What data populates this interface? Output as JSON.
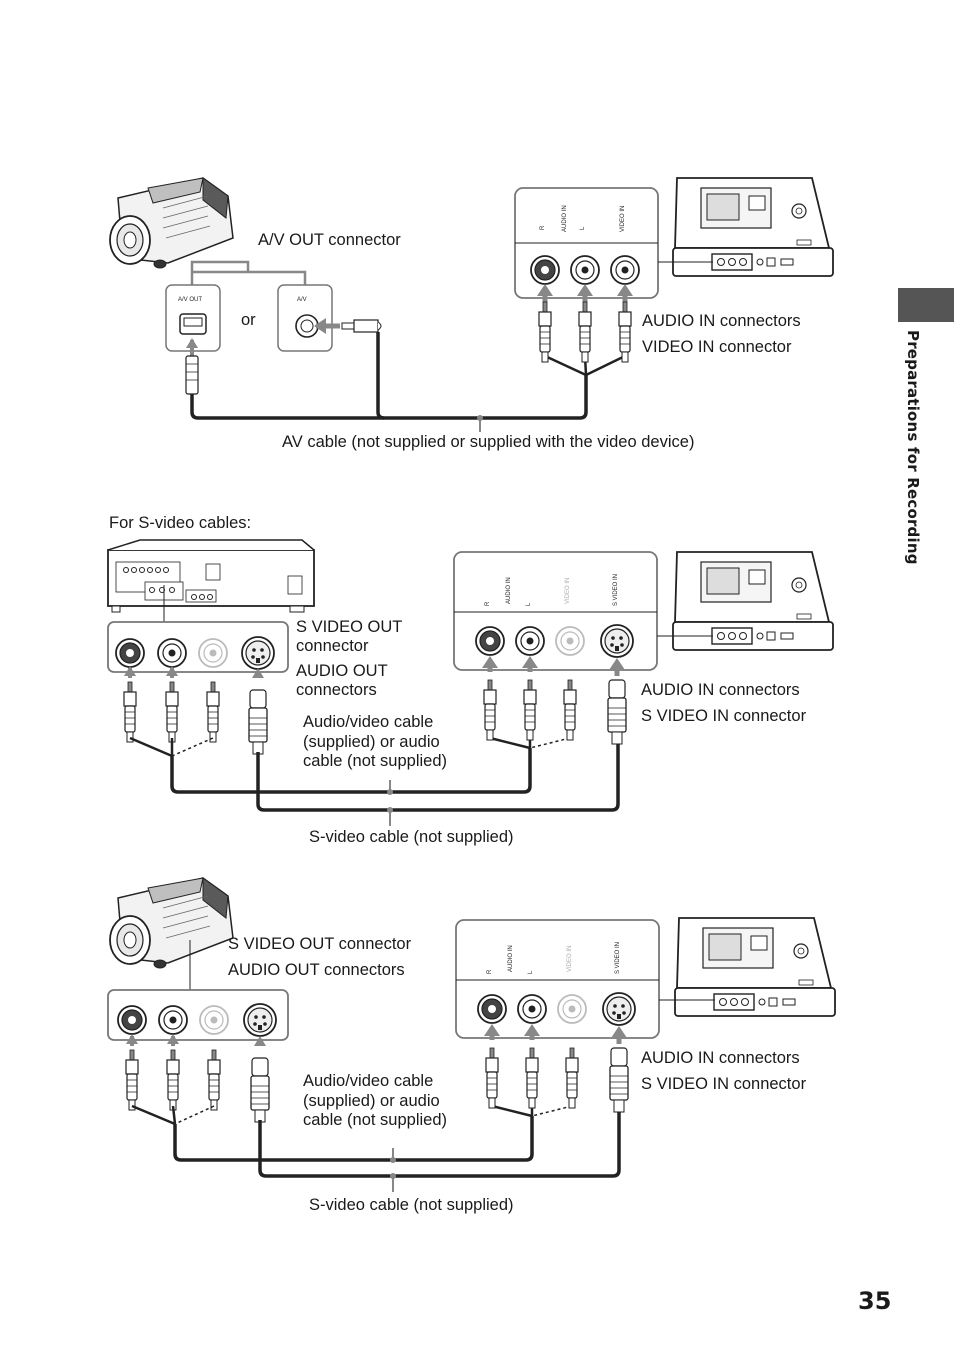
{
  "side_tab": {
    "label": "Preparations for Recording"
  },
  "page_number": "35",
  "diagram1": {
    "av_out_connector": "A/V OUT connector",
    "or": "or",
    "panel_av_out": "A/V OUT",
    "panel_av": "A/V",
    "audio_in_connectors": "AUDIO IN connectors",
    "video_in_connector": "VIDEO IN connector",
    "av_cable": "AV cable (not supplied or supplied with the video device)",
    "input_labels": {
      "r": "R",
      "audio_in": "AUDIO IN",
      "l": "L",
      "video_in": "VIDEO IN"
    }
  },
  "diagram2": {
    "heading": "For S-video cables:",
    "s_video_out_line1": "S VIDEO OUT",
    "s_video_out_line2": "connector",
    "audio_out_line1": "AUDIO OUT",
    "audio_out_line2": "connectors",
    "cable_line1": "Audio/video cable",
    "cable_line2": "(supplied) or audio",
    "cable_line3": "cable (not supplied)",
    "audio_in_connectors": "AUDIO IN connectors",
    "s_video_in_connector": "S VIDEO IN connector",
    "s_video_cable": "S-video cable (not supplied)",
    "input_labels": {
      "r": "R",
      "audio_in": "AUDIO IN",
      "l": "L",
      "video_in": "VIDEO IN",
      "s_video_in": "S VIDEO IN"
    }
  },
  "diagram3": {
    "s_video_out": "S VIDEO OUT connector",
    "audio_out": "AUDIO OUT connectors",
    "cable_line1": "Audio/video cable",
    "cable_line2": "(supplied) or audio",
    "cable_line3": "cable (not supplied)",
    "audio_in_connectors": "AUDIO IN connectors",
    "s_video_in_connector": "S VIDEO IN connector",
    "s_video_cable": "S-video cable (not supplied)",
    "input_labels": {
      "r": "R",
      "audio_in": "AUDIO IN",
      "l": "L",
      "video_in": "VIDEO IN",
      "s_video_in": "S VIDEO IN"
    }
  }
}
